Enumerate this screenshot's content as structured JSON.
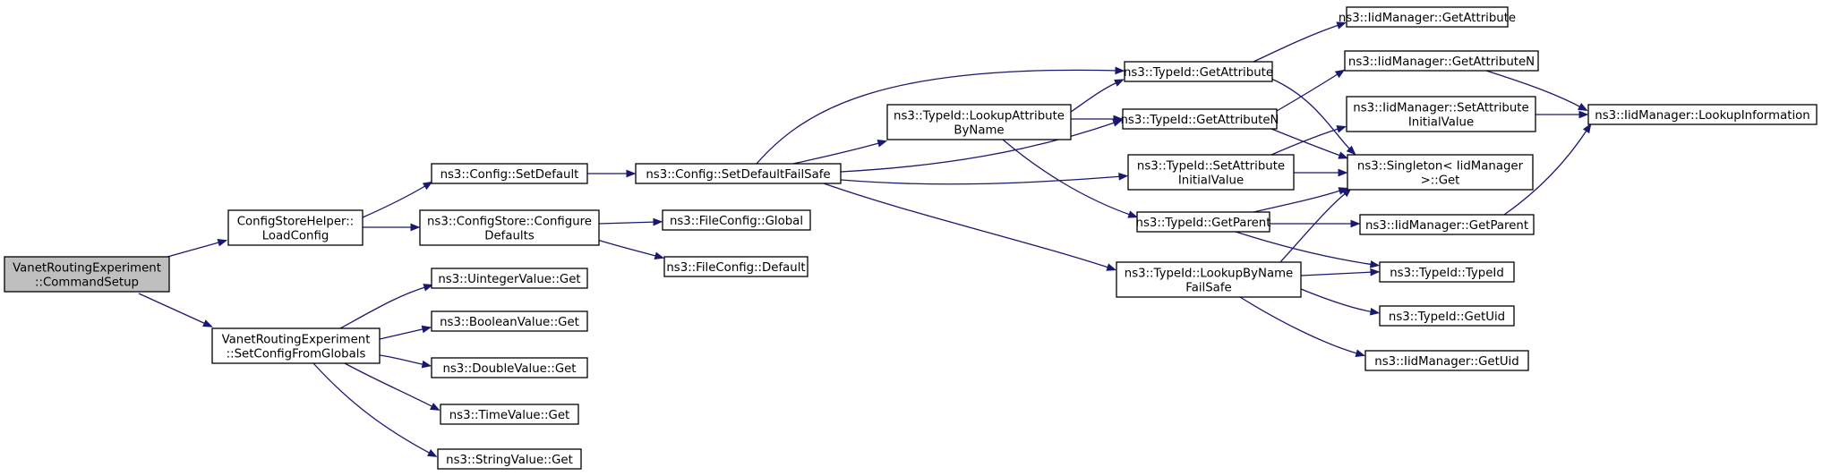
{
  "diagram": {
    "colors": {
      "edge": "#191970",
      "root_fill": "#bfbfbf",
      "node_fill": "#ffffff",
      "node_stroke": "#000000"
    },
    "nodes": [
      {
        "id": "n0",
        "lines": [
          "VanetRoutingExperiment",
          "::CommandSetup"
        ],
        "root": true
      },
      {
        "id": "n1",
        "lines": [
          "ConfigStoreHelper::",
          "LoadConfig"
        ]
      },
      {
        "id": "n2",
        "lines": [
          "VanetRoutingExperiment",
          "::SetConfigFromGlobals"
        ]
      },
      {
        "id": "n3",
        "lines": [
          "ns3::Config::SetDefault"
        ]
      },
      {
        "id": "n4",
        "lines": [
          "ns3::ConfigStore::Configure",
          "Defaults"
        ]
      },
      {
        "id": "n5",
        "lines": [
          "ns3::Config::SetDefaultFailSafe"
        ]
      },
      {
        "id": "n6",
        "lines": [
          "ns3::TypeId::LookupAttribute",
          "ByName"
        ]
      },
      {
        "id": "n7",
        "lines": [
          "ns3::TypeId::GetAttribute"
        ]
      },
      {
        "id": "n8",
        "lines": [
          "ns3::IidManager::GetAttribute"
        ]
      },
      {
        "id": "n9",
        "lines": [
          "ns3::Singleton< IidManager",
          " >::Get"
        ]
      },
      {
        "id": "n10",
        "lines": [
          "ns3::TypeId::GetAttributeN"
        ]
      },
      {
        "id": "n11",
        "lines": [
          "ns3::IidManager::GetAttributeN"
        ]
      },
      {
        "id": "n12",
        "lines": [
          "ns3::IidManager::LookupInformation"
        ]
      },
      {
        "id": "n13",
        "lines": [
          "ns3::TypeId::GetParent"
        ]
      },
      {
        "id": "n14",
        "lines": [
          "ns3::IidManager::GetParent"
        ]
      },
      {
        "id": "n15",
        "lines": [
          "ns3::TypeId::TypeId"
        ]
      },
      {
        "id": "n16",
        "lines": [
          "ns3::TypeId::SetAttribute",
          "InitialValue"
        ]
      },
      {
        "id": "n17",
        "lines": [
          "ns3::IidManager::SetAttribute",
          "InitialValue"
        ]
      },
      {
        "id": "n18",
        "lines": [
          "ns3::TypeId::LookupByName",
          "FailSafe"
        ]
      },
      {
        "id": "n19",
        "lines": [
          "ns3::TypeId::GetUid"
        ]
      },
      {
        "id": "n20",
        "lines": [
          "ns3::IidManager::GetUid"
        ]
      },
      {
        "id": "n21",
        "lines": [
          "ns3::FileConfig::Global"
        ]
      },
      {
        "id": "n22",
        "lines": [
          "ns3::FileConfig::Default"
        ]
      },
      {
        "id": "n23",
        "lines": [
          "ns3::UintegerValue::Get"
        ]
      },
      {
        "id": "n24",
        "lines": [
          "ns3::BooleanValue::Get"
        ]
      },
      {
        "id": "n25",
        "lines": [
          "ns3::DoubleValue::Get"
        ]
      },
      {
        "id": "n26",
        "lines": [
          "ns3::TimeValue::Get"
        ]
      },
      {
        "id": "n27",
        "lines": [
          "ns3::StringValue::Get"
        ]
      }
    ],
    "edges": [
      [
        "n0",
        "n1"
      ],
      [
        "n0",
        "n2"
      ],
      [
        "n1",
        "n3"
      ],
      [
        "n1",
        "n4"
      ],
      [
        "n3",
        "n5"
      ],
      [
        "n5",
        "n6"
      ],
      [
        "n5",
        "n7"
      ],
      [
        "n5",
        "n10"
      ],
      [
        "n5",
        "n16"
      ],
      [
        "n5",
        "n18"
      ],
      [
        "n6",
        "n7"
      ],
      [
        "n6",
        "n10"
      ],
      [
        "n6",
        "n13"
      ],
      [
        "n7",
        "n8"
      ],
      [
        "n7",
        "n9"
      ],
      [
        "n10",
        "n11"
      ],
      [
        "n10",
        "n9"
      ],
      [
        "n11",
        "n12"
      ],
      [
        "n16",
        "n17"
      ],
      [
        "n16",
        "n9"
      ],
      [
        "n17",
        "n12"
      ],
      [
        "n13",
        "n9"
      ],
      [
        "n13",
        "n14"
      ],
      [
        "n13",
        "n15"
      ],
      [
        "n14",
        "n12"
      ],
      [
        "n18",
        "n9"
      ],
      [
        "n18",
        "n15"
      ],
      [
        "n18",
        "n19"
      ],
      [
        "n18",
        "n20"
      ],
      [
        "n4",
        "n21"
      ],
      [
        "n4",
        "n22"
      ],
      [
        "n2",
        "n23"
      ],
      [
        "n2",
        "n24"
      ],
      [
        "n2",
        "n25"
      ],
      [
        "n2",
        "n26"
      ],
      [
        "n2",
        "n27"
      ]
    ]
  }
}
